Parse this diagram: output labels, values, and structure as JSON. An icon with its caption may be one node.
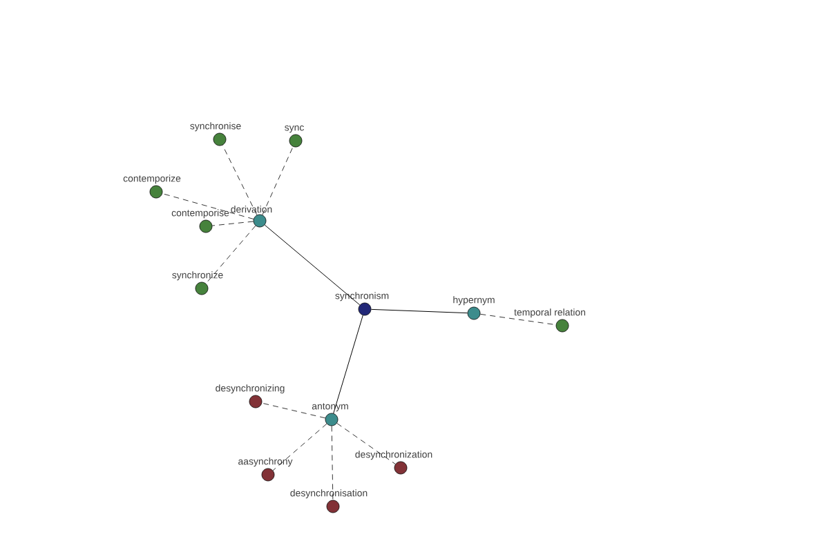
{
  "diagram": {
    "nodes": [
      {
        "text": [
          "synchronism"
        ]
      },
      {
        "text": [
          "derivation"
        ]
      },
      {
        "text": [
          "synchronise"
        ]
      },
      {
        "text": [
          "sync"
        ]
      },
      {
        "text": [
          "contemporize"
        ]
      },
      {
        "text": [
          "contemporise"
        ]
      },
      {
        "text": [
          "synchronize"
        ]
      },
      {
        "text": [
          "hypernym"
        ]
      },
      {
        "text": [
          "temporal relation"
        ]
      },
      {
        "text": [
          "antonym"
        ]
      },
      {
        "text": [
          "desynchronizing"
        ]
      },
      {
        "text": [
          "aasynchrony"
        ]
      },
      {
        "text": [
          "desynchronization"
        ]
      },
      {
        "text": [
          "desynchronisation"
        ]
      }
    ],
    "edges": [
      {
        "from": 0,
        "to": 1,
        "arrow": "none"
      },
      {
        "from": 0,
        "to": 7,
        "arrow": "none"
      },
      {
        "from": 0,
        "to": 9,
        "arrow": "none"
      },
      {
        "from": 1,
        "to": 2,
        "arrow": "none",
        "style": "dashed"
      },
      {
        "from": 1,
        "to": 3,
        "arrow": "none",
        "style": "dashed"
      },
      {
        "from": 1,
        "to": 4,
        "arrow": "none",
        "style": "dashed"
      },
      {
        "from": 1,
        "to": 5,
        "arrow": "none",
        "style": "dashed"
      },
      {
        "from": 1,
        "to": 6,
        "arrow": "none",
        "style": "dashed"
      },
      {
        "from": 7,
        "to": 8,
        "arrow": "none",
        "style": "dashed"
      },
      {
        "from": 9,
        "to": 10,
        "arrow": "none",
        "style": "dashed"
      },
      {
        "from": 9,
        "to": 11,
        "arrow": "none",
        "style": "dashed"
      },
      {
        "from": 9,
        "to": 12,
        "arrow": "none",
        "style": "dashed"
      },
      {
        "from": 9,
        "to": 13,
        "arrow": "none",
        "style": "dashed"
      }
    ]
  }
}
